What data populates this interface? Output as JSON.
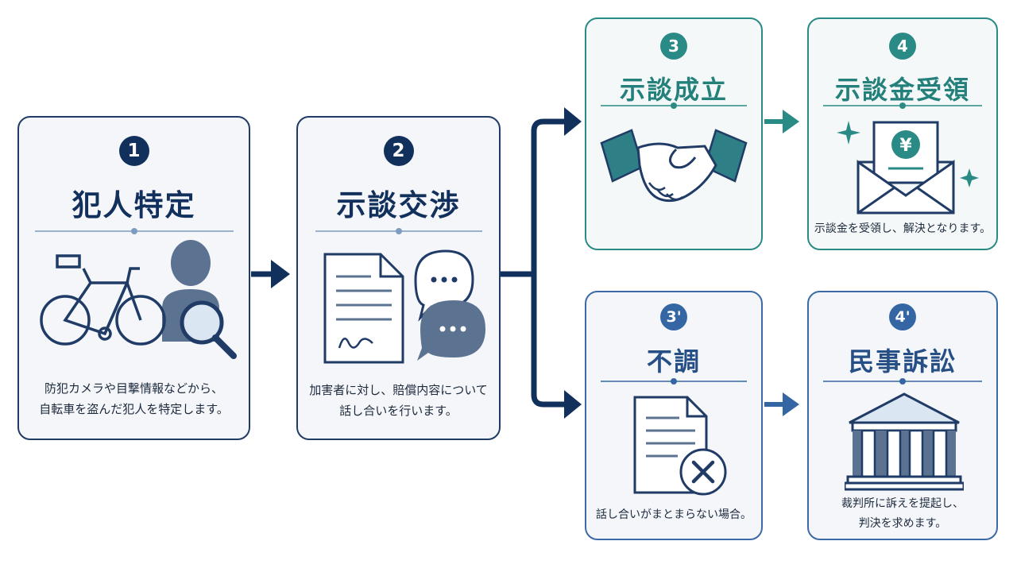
{
  "steps": [
    {
      "number": "1",
      "title": "犯人特定",
      "description": "防犯カメラや目撃情報などから、\n自転車を盗んだ犯人を特定します。"
    },
    {
      "number": "2",
      "title": "示談交渉",
      "description": "加害者に対し、賠償内容について\n話し合いを行います。"
    },
    {
      "number": "3",
      "title": "示談成立",
      "description": ""
    },
    {
      "number": "4",
      "title": "示談金受領",
      "description": "示談金を受領し、解決となります。"
    },
    {
      "number": "3'",
      "title": "不調",
      "description": "話し合いがまとまらない場合。"
    },
    {
      "number": "4'",
      "title": "民事訴訟",
      "description": "裁判所に訴えを提起し、\n判決を求めます。"
    }
  ],
  "icons": {
    "step1": [
      "bicycle-icon",
      "person-silhouette-icon",
      "magnifier-icon"
    ],
    "step2": [
      "document-icon",
      "chat-bubbles-icon"
    ],
    "step3": "handshake-icon",
    "step4": [
      "envelope-icon",
      "yen-coin-icon",
      "sparkle-icon"
    ],
    "step3b": [
      "document-icon",
      "cross-circle-icon"
    ],
    "step4b": "courthouse-icon"
  },
  "colors": {
    "navy": "#12305c",
    "teal": "#2a8a85",
    "blue": "#3466a3"
  }
}
